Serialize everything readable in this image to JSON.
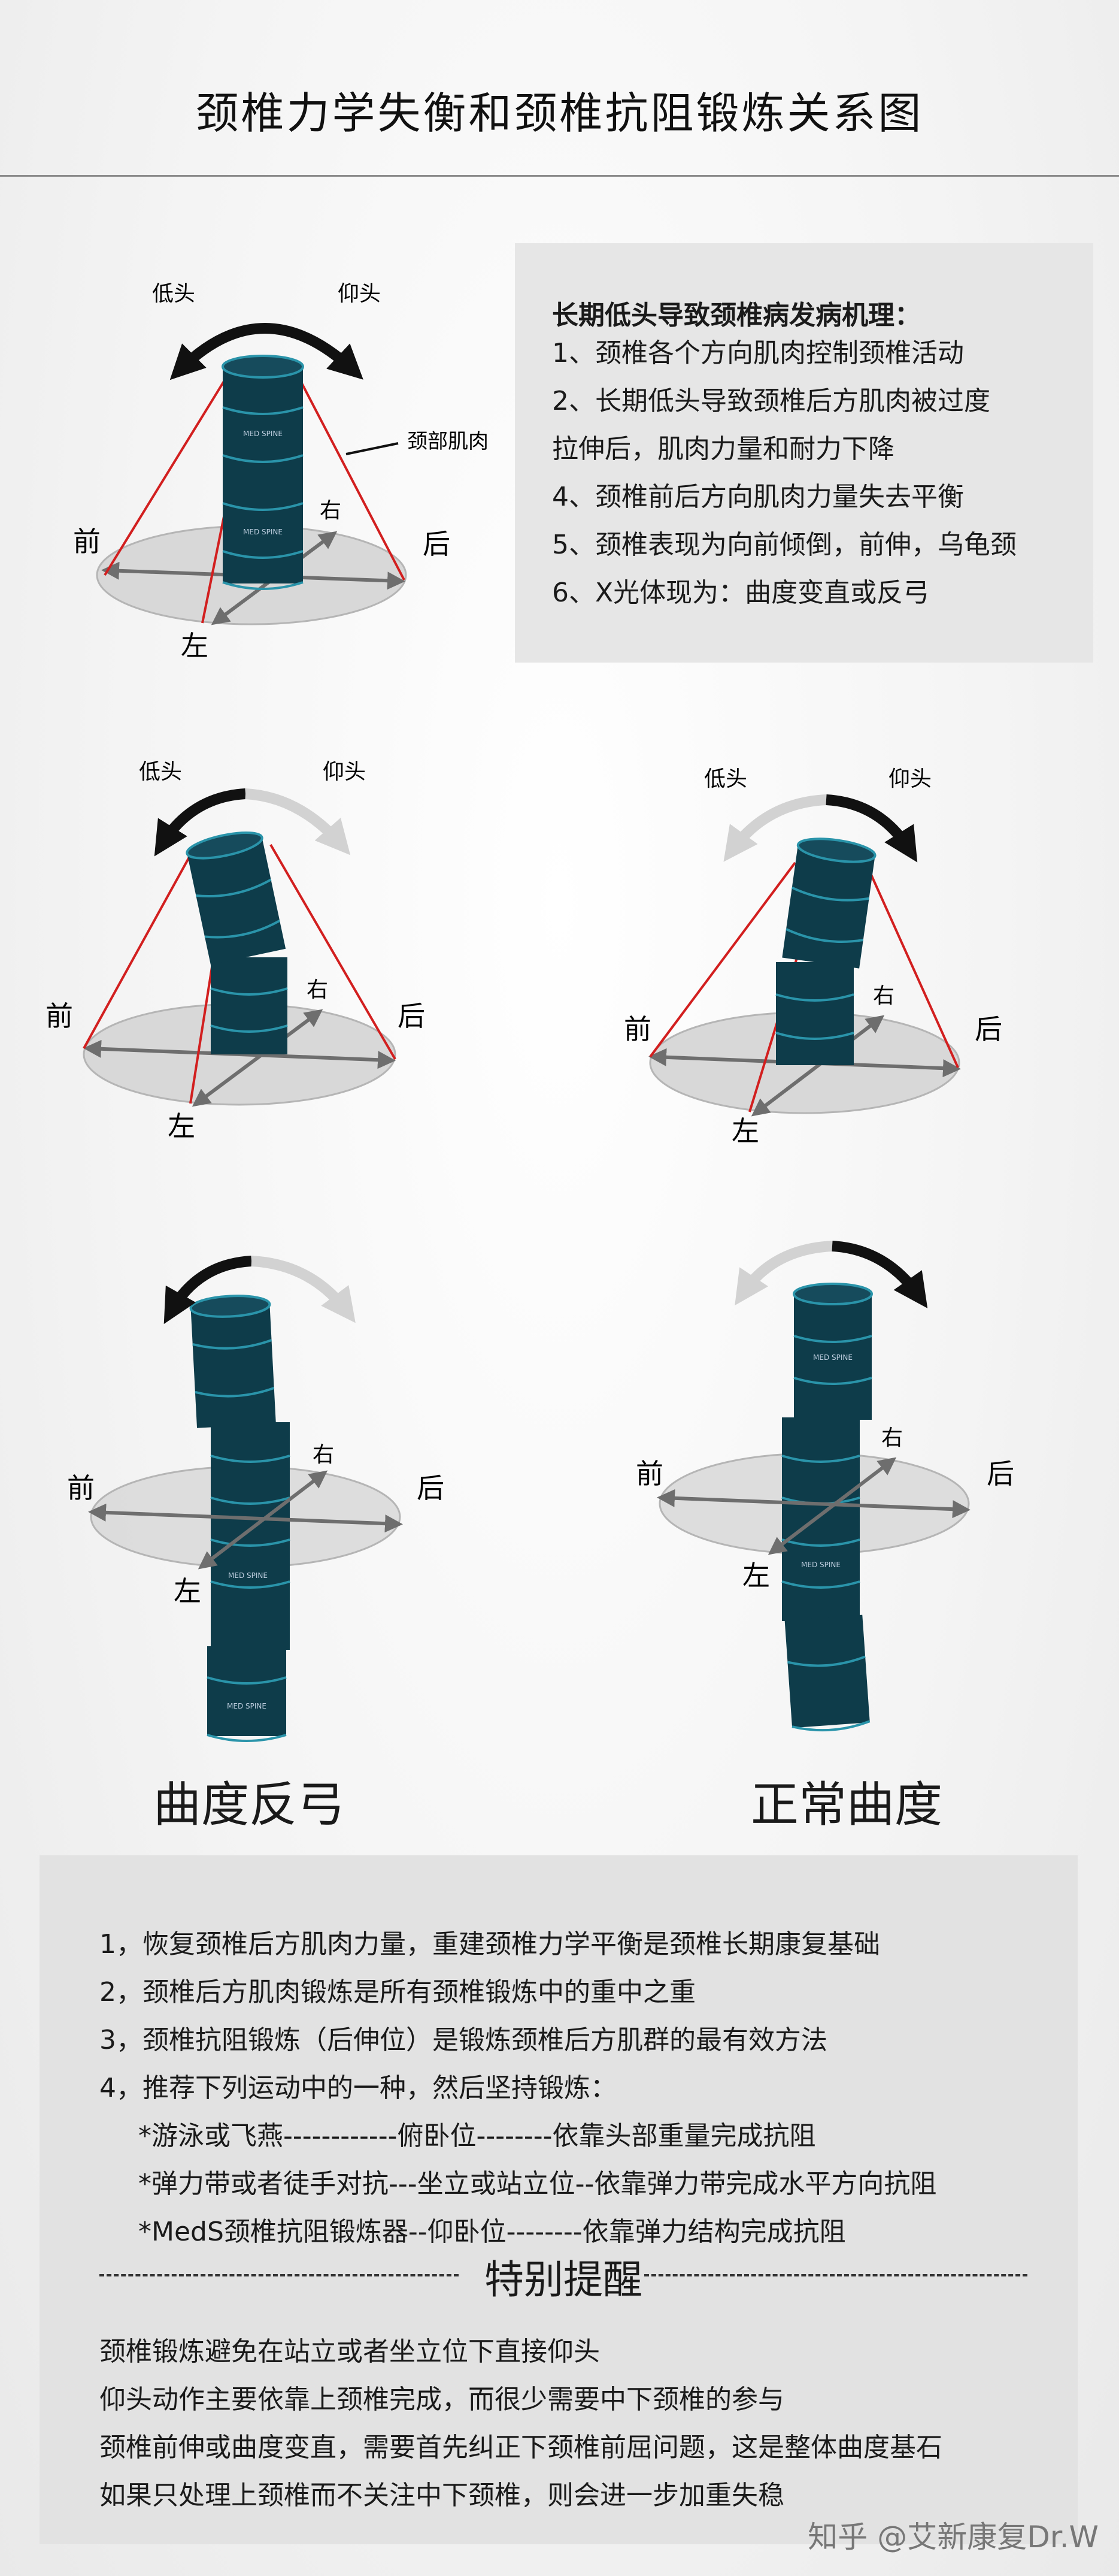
{
  "title": "颈椎力学失衡和颈椎抗阻锻炼关系图",
  "labels": {
    "lowhead": "低头",
    "uphead": "仰头",
    "front": "前",
    "back": "后",
    "left": "左",
    "right": "右",
    "muscle": "颈部肌肉",
    "brand": "MED SPINE"
  },
  "infobox": {
    "heading": "长期低头导致颈椎病发病机理：",
    "lines": [
      "1、颈椎各个方向肌肉控制颈椎活动",
      "2、长期低头导致颈椎后方肌肉被过度",
      "拉伸后，肌肉力量和耐力下降",
      "4、颈椎前后方向肌肉力量失去平衡",
      "5、颈椎表现为向前倾倒，前伸，乌龟颈",
      "6、X光体现为：曲度变直或反弓"
    ]
  },
  "captions": {
    "reverse": "曲度反弓",
    "normal": "正常曲度"
  },
  "bottom": {
    "points": [
      "1，恢复颈椎后方肌肉力量，重建颈椎力学平衡是颈椎长期康复基础",
      "2，颈椎后方肌肉锻炼是所有颈椎锻炼中的重中之重",
      "3，颈椎抗阻锻炼（后伸位）是锻炼颈椎后方肌群的最有效方法",
      "4，推荐下列运动中的一种，然后坚持锻炼："
    ],
    "items": [
      "*游泳或飞燕------------俯卧位--------依靠头部重量完成抗阻",
      "*弹力带或者徒手对抗---坐立或站立位--依靠弹力带完成水平方向抗阻",
      "*MedS颈椎抗阻锻炼器--仰卧位--------依靠弹力结构完成抗阻"
    ],
    "special_title": "特别提醒",
    "notes": [
      "颈椎锻炼避免在站立或者坐立位下直接仰头",
      "仰头动作主要依靠上颈椎完成，而很少需要中下颈椎的参与",
      "颈椎前伸或曲度变直，需要首先纠正下颈椎前屈问题，这是整体曲度基石",
      "如果只处理上颈椎而不关注中下颈椎，则会进一步加重失稳"
    ]
  },
  "watermark": "知乎 @艾新康复Dr.W",
  "colors": {
    "segment": "#0e3c4a",
    "segment_ring": "#2a94aa",
    "red_line": "#d21f1f",
    "ellipse": "#d8d8d8",
    "axis": "#6e6e6e",
    "arrow_dark": "#111111",
    "arrow_light": "#d2d2d2"
  }
}
